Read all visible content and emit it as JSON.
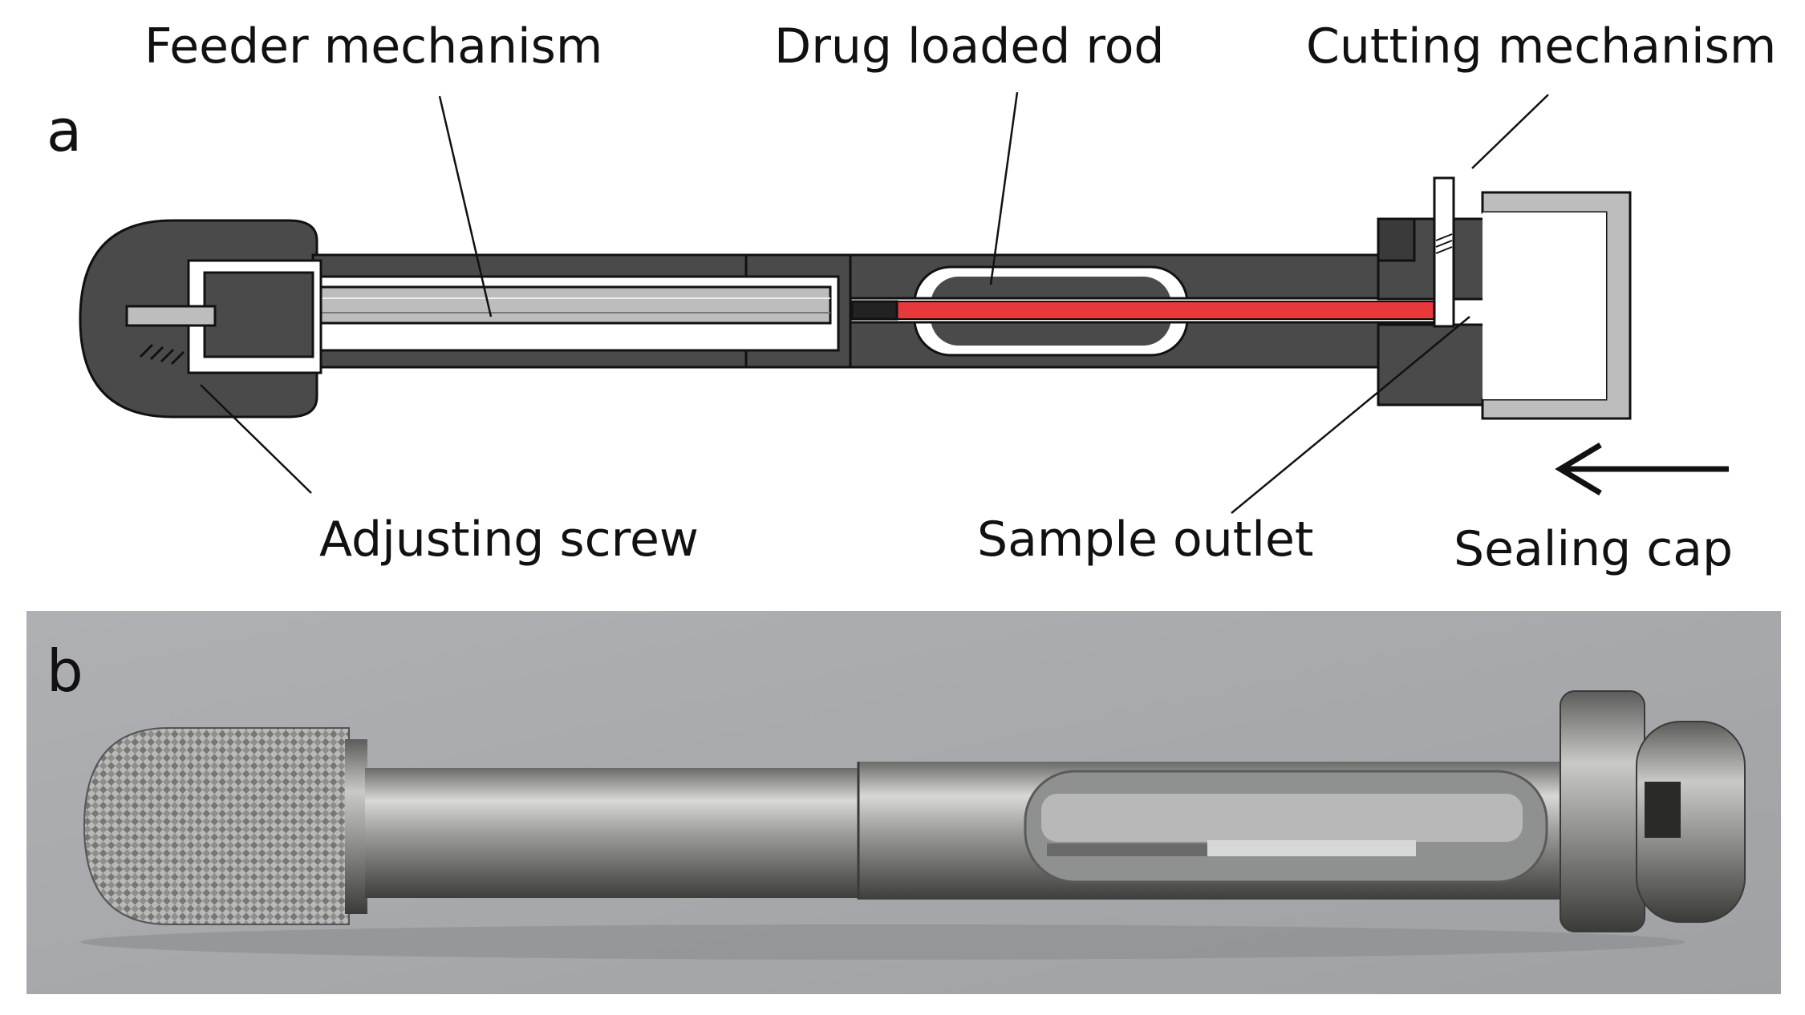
{
  "panels": {
    "a": {
      "letter": "a",
      "labels": {
        "feeder": "Feeder mechanism",
        "rod": "Drug loaded rod",
        "cutting": "Cutting mechanism",
        "screw": "Adjusting screw",
        "outlet": "Sample outlet",
        "cap": "Sealing cap"
      }
    },
    "b": {
      "letter": "b"
    }
  },
  "colors": {
    "body": "#4a4a4a",
    "outline": "#111111",
    "rod": "#e8383b",
    "light_gray": "#bdbdbd",
    "photo_bg": "#a9abae",
    "steel": "#9a9a98"
  }
}
